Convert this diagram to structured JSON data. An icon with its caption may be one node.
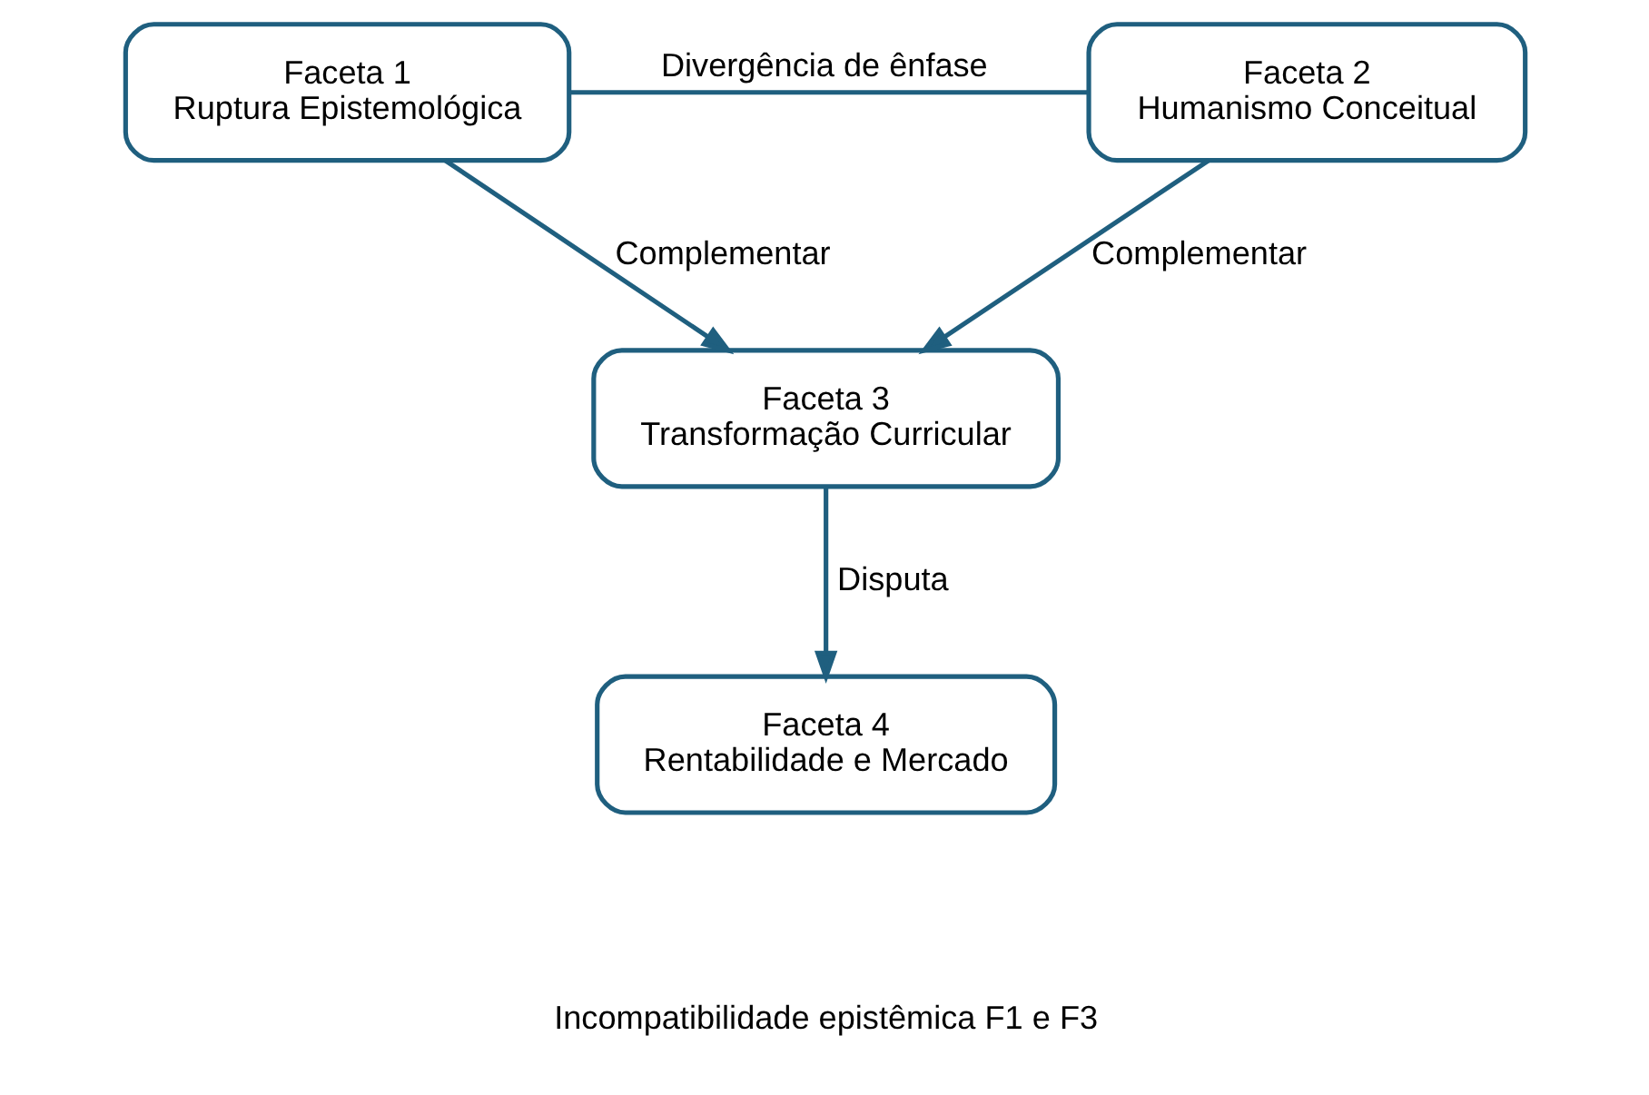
{
  "diagram": {
    "nodes": [
      {
        "text": [
          "Faceta 1",
          "Ruptura Epistemológica"
        ]
      },
      {
        "text": [
          "Faceta 2",
          "Humanismo Conceitual"
        ]
      },
      {
        "text": [
          "Faceta 3",
          "Transformação Curricular"
        ]
      },
      {
        "text": [
          "Faceta 4",
          "Rentabilidade e Mercado"
        ]
      }
    ],
    "edges": [
      {
        "from": 0,
        "to": 1,
        "arrow": "none",
        "label": "Divergência de ênfase"
      },
      {
        "from": 0,
        "to": 2,
        "arrow": "to",
        "label": "Complementar"
      },
      {
        "from": 1,
        "to": 2,
        "arrow": "to",
        "label": "Complementar"
      },
      {
        "from": 2,
        "to": 3,
        "arrow": "to",
        "label": "Disputa"
      }
    ],
    "labels": [
      "Incompatibilidade epistêmica F1 e F3"
    ]
  }
}
